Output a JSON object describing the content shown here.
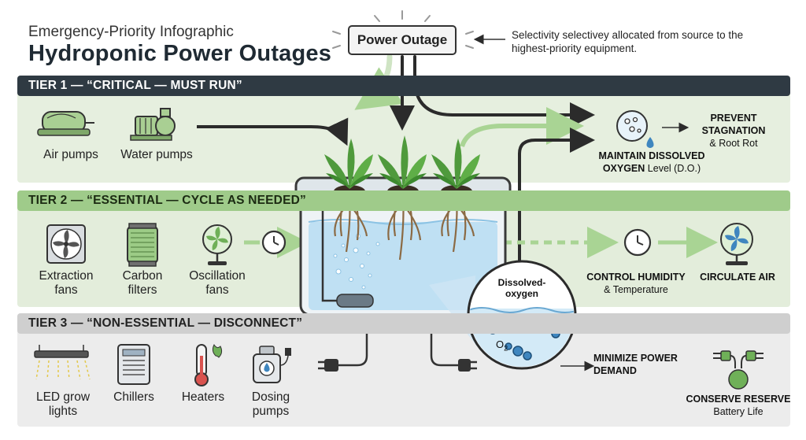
{
  "header": {
    "subtitle": "Emergency-Priority Infographic",
    "title": "Hydroponic Power Outages"
  },
  "source": {
    "label": "Power Outage",
    "note": "Selectivity selectivey allocated from source to the highest-priority equipment."
  },
  "tiers": [
    {
      "label": "TIER 1 — “CRITICAL — MUST RUN”",
      "equipment": [
        {
          "label": "Air pumps",
          "icon": "air-pump-icon"
        },
        {
          "label": "Water pumps",
          "icon": "water-pump-icon"
        }
      ],
      "outcome_line1": "MAINTAIN DISSOLVED",
      "outcome_line2_bold": "OXYGEN",
      "outcome_line2_rest": " Level (D.O.)",
      "result_line1": "PREVENT",
      "result_line2": "STAGNATION",
      "result_line3": "& Root Rot"
    },
    {
      "label": "TIER 2 — “ESSENTIAL — CYCLE AS NEEDED”",
      "equipment": [
        {
          "label_line1": "Extraction",
          "label_line2": "fans",
          "icon": "extraction-fan-icon"
        },
        {
          "label_line1": "Carbon",
          "label_line2": "filters",
          "icon": "carbon-filter-icon"
        },
        {
          "label_line1": "Oscillation",
          "label_line2": "fans",
          "icon": "oscillation-fan-icon"
        }
      ],
      "outcome_line1": "CONTROL HUMIDITY",
      "outcome_line2": "& Temperature",
      "result": "CIRCULATE AIR"
    },
    {
      "label": "TIER 3 — “NON-ESSENTIAL — DISCONNECT”",
      "equipment": [
        {
          "label_line1": "LED grow",
          "label_line2": "lights",
          "icon": "led-grow-light-icon"
        },
        {
          "label_line1": "Chillers",
          "label_line2": "",
          "icon": "chiller-icon"
        },
        {
          "label_line1": "Heaters",
          "label_line2": "",
          "icon": "heater-icon"
        },
        {
          "label_line1": "Dosing",
          "label_line2": "pumps",
          "icon": "dosing-pump-icon"
        }
      ],
      "outcome_line1": "MINIMIZE POWER",
      "outcome_line2": "DEMAND",
      "result_line1": "CONSERVE RESERVE",
      "result_line2": "Battery Life"
    }
  ],
  "callout": {
    "title_line1": "Dissolved-",
    "title_line2": "oxygen",
    "formula_o": "O",
    "formula_sub": "2",
    "icon": "oxygen-molecule-icon"
  },
  "colors": {
    "tier1_bar": "#2f3a43",
    "tier2_bar": "#9fcb8a",
    "tier3_bar": "#cfcfcf",
    "water": "#bfe0f3",
    "plant": "#4f9a3c",
    "oxygen": "#3f86bf"
  }
}
